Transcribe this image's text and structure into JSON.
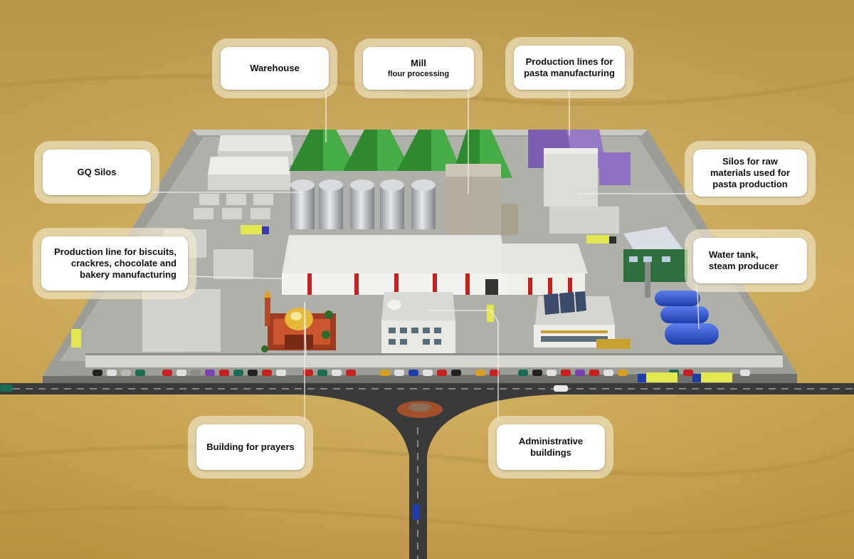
{
  "labels": {
    "warehouse": {
      "lines": [
        "Warehouse"
      ]
    },
    "mill": {
      "title": "Mill",
      "subtitle": "flour processing"
    },
    "pasta_lines": {
      "lines": [
        "Production lines for",
        "pasta manufacturing"
      ]
    },
    "gq_silos": {
      "lines": [
        "GQ Silos"
      ]
    },
    "raw_silos": {
      "lines": [
        "Silos for raw",
        "materials used for",
        "pasta production"
      ]
    },
    "biscuits": {
      "lines": [
        "Production line for biscuits,",
        "crackres, chocolate and",
        "bakery manufacturing"
      ]
    },
    "water_tank": {
      "lines": [
        "Water tank,",
        "steam producer"
      ]
    },
    "prayers": {
      "lines": [
        "Building for prayers"
      ]
    },
    "admin": {
      "lines": [
        "Administrative",
        "buildings"
      ]
    }
  },
  "colors": {
    "sand": "#c7a455",
    "sand_dark": "#a9883c",
    "site_floor": "#a7a7a3",
    "road": "#3a3a3a",
    "green_roof": "#3a9a3a",
    "purple_roof": "#7a5fb0",
    "blue_tank": "#2f56d6",
    "red_trim": "#c8201e",
    "callout_halo": "#f6ecd0"
  }
}
